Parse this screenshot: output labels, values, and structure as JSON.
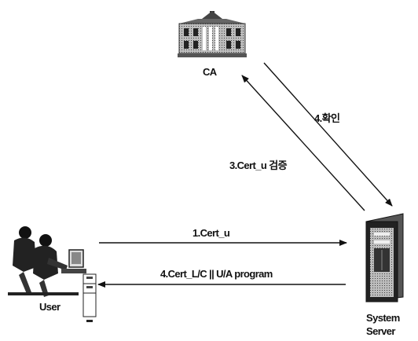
{
  "nodes": {
    "ca": "CA",
    "user": "User",
    "server_line1": "System",
    "server_line2": "Server"
  },
  "arrows": {
    "confirm": "4.확인",
    "verify": "3.Cert_u 검증",
    "cert_u": "1.Cert_u",
    "cert_lc": "4.Cert_L/C || U/A program"
  }
}
